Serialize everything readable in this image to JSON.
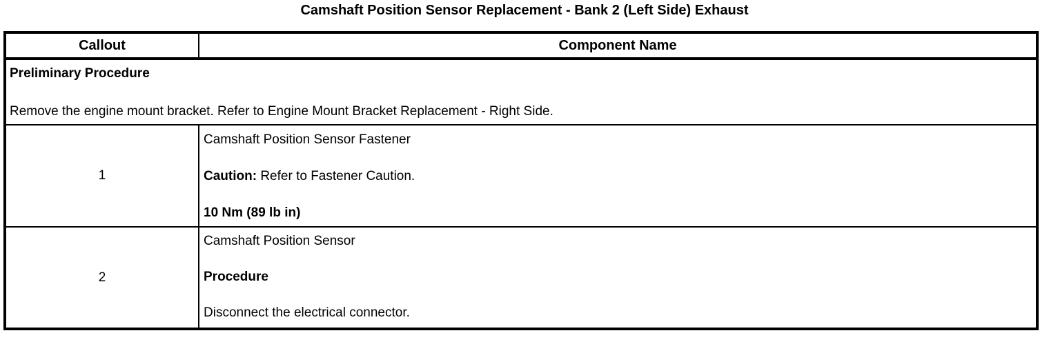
{
  "title": "Camshaft Position Sensor Replacement - Bank 2 (Left Side) Exhaust",
  "table": {
    "headers": {
      "callout": "Callout",
      "component_name": "Component Name"
    },
    "preliminary": {
      "lines": [
        {
          "b": "Preliminary Procedure",
          "r": ""
        },
        {
          "b": "",
          "r": "Remove the engine mount bracket. Refer to Engine Mount Bracket Replacement - Right Side."
        }
      ]
    },
    "rows": [
      {
        "callout": "1",
        "lines": [
          {
            "b": "",
            "r": "Camshaft Position Sensor Fastener"
          },
          {
            "b": "Caution:",
            "r": " Refer to Fastener Caution."
          },
          {
            "b": "10 Nm (89 lb in)",
            "r": ""
          }
        ]
      },
      {
        "callout": "2",
        "lines": [
          {
            "b": "",
            "r": "Camshaft Position Sensor"
          },
          {
            "b": "Procedure",
            "r": ""
          },
          {
            "b": "",
            "r": "Disconnect the electrical connector."
          }
        ]
      }
    ]
  }
}
